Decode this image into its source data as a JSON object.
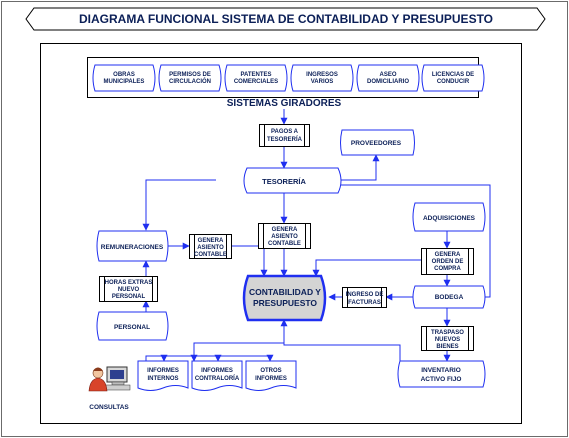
{
  "title": "DIAGRAMA FUNCIONAL SISTEMA DE CONTABILIDAD Y PRESUPUESTO",
  "sistemas_giradores": {
    "label": "SISTEMAS GIRADORES",
    "items": [
      [
        "OBRAS",
        "MUNICIPALES"
      ],
      [
        "PERMISOS DE",
        "CIRCULACIÓN"
      ],
      [
        "PATENTES",
        "COMERCIALES"
      ],
      [
        "INGRESOS",
        "VARIOS"
      ],
      [
        "ASEO",
        "DOMICILIARIO"
      ],
      [
        "LICENCIAS DE",
        "CONDUCIR"
      ]
    ]
  },
  "processes": {
    "pagos_tesoreria": [
      "PAGOS A",
      "TESORERÍA"
    ],
    "genera_asiento_tesoreria": [
      "GENERA",
      "ASIENTO",
      "CONTABLE"
    ],
    "genera_asiento_remuneraciones": [
      "GENERA",
      "ASIENTO",
      "CONTABLE"
    ],
    "horas_extras": [
      "HORAS EXTRAS",
      "NUEVO",
      "PERSONAL"
    ],
    "genera_orden_compra": [
      "GENERA",
      "ORDEN DE",
      "COMPRA"
    ],
    "ingreso_facturas": [
      "INGRESO DE",
      "FACTURAS"
    ],
    "traspaso_bienes": [
      "TRASPASO",
      "NUEVOS",
      "BIENES"
    ]
  },
  "nodes": {
    "proveedores": [
      "PROVEEDORES"
    ],
    "tesoreria": [
      "TESORERÍA"
    ],
    "remuneraciones": [
      "REMUNERACIONES"
    ],
    "personal": [
      "PERSONAL"
    ],
    "adquisiciones": [
      "ADQUISICIONES"
    ],
    "bodega": [
      "BODEGA"
    ],
    "inventario": [
      "INVENTARIO",
      "ACTIVO FIJO"
    ],
    "contabilidad": [
      "CONTABILIDAD Y",
      "PRESUPUESTO"
    ]
  },
  "documents": [
    [
      "INFORMES",
      "INTERNOS"
    ],
    [
      "INFORMES",
      "CONTRALORÍA"
    ],
    [
      "OTROS",
      "INFORMES"
    ]
  ],
  "consultas": "CONSULTAS",
  "colors": {
    "ink": "#0b1f57",
    "line": "#1f2ff0",
    "hub_fill": "#d4d4d4"
  }
}
